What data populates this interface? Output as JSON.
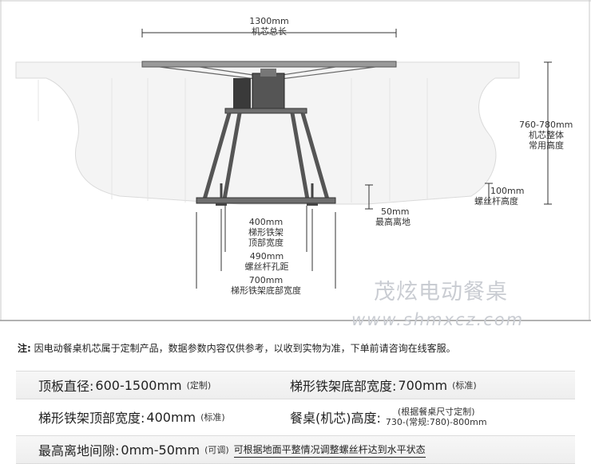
{
  "diagram": {
    "dim_1300": "1300mm",
    "dim_1300_label": "机芯总长",
    "dim_height": "760-780mm",
    "dim_height_label_1": "机芯整体",
    "dim_height_label_2": "常用高度",
    "dim_100": "100mm",
    "dim_100_label": "螺丝杆高度",
    "dim_50": "50mm",
    "dim_50_label": "最高离地",
    "dim_400": "400mm",
    "dim_400_label_1": "梯形铁架",
    "dim_400_label_2": "顶部宽度",
    "dim_490": "490mm",
    "dim_490_label": "螺丝杆孔距",
    "dim_700": "700mm",
    "dim_700_label": "梯形铁架底部宽度"
  },
  "watermark": {
    "brand": "茂炫电动餐桌",
    "url": "www.shmxcz.com"
  },
  "note": {
    "prefix": "注:",
    "text": " 因电动餐桌机芯属于定制产品，数据参数内容仅供参考，以收到实物为准，下单前请咨询在线客服。"
  },
  "specs": {
    "top_diameter_label": "顶板直径:",
    "top_diameter_value": "600-1500mm",
    "top_diameter_note": "(定制)",
    "bottom_width_label": "梯形铁架底部宽度:",
    "bottom_width_value": "700mm",
    "bottom_width_note": "(标准)",
    "top_width_label": "梯形铁架顶部宽度:",
    "top_width_value": "400mm",
    "top_width_note": "(标准)",
    "height_label": "餐桌(机芯)高度:",
    "height_note_1": "(根据餐桌尺寸定制)",
    "height_note_2": "730-(常规:780)-800mm",
    "clearance_label": "最高离地间隙:",
    "clearance_value": "0mm-50mm",
    "clearance_note": "(可调)",
    "clearance_extra": "可根据地面平整情况调整螺丝杆达到水平状态"
  }
}
